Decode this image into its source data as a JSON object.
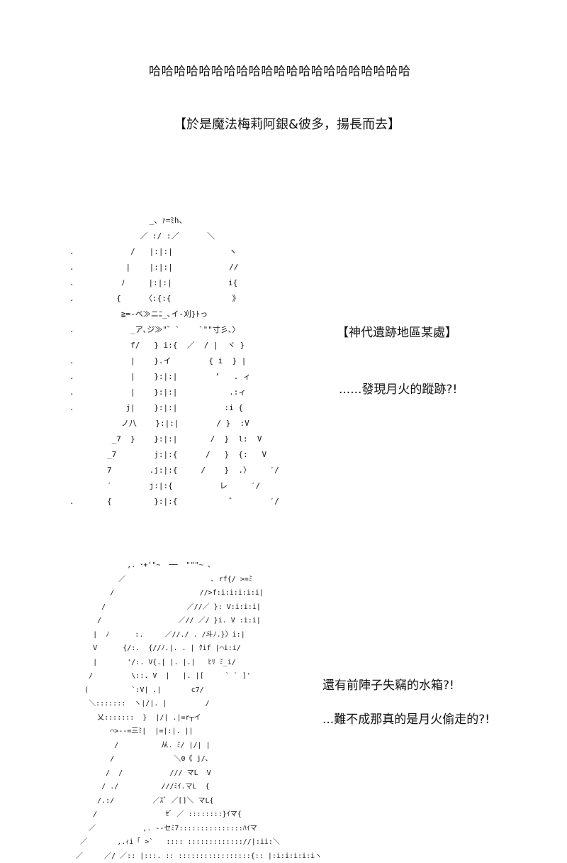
{
  "captions": {
    "laugh": "哈哈哈哈哈哈哈哈哈哈哈哈哈哈哈哈哈哈哈哈哈",
    "exit": "【於是魔法梅莉阿銀&彼多，揚長而去】",
    "place": "【神代遺跡地區某處】",
    "found": "......發現月火的蹤跡?!",
    "box": "還有前陣子失竊的水箱?!",
    "suspicion": "...難不成那真的是月火偷走的?!"
  },
  "ascii_art": {
    "upper_figure": "                 _、ｧ=ﾐh、\n               ／ :/ :／      ＼\n.            /   |:|:|            ヽ\n.           |    |:|:|            //\n.          ﾉ     |:|:|            i{\n.         {     〈:{:{             》\n           ≧=-ベ≫ニﾆ_､イ-刈}ﾄっ\n.            _ア､ジ≫\"゛`    `\"\"寸彡､〉\n             f/   } i:{  ／  / |  ヾ }\n.            |    }.イ        { i  } |\n.            |    }:|:|        ’   . ィ\n.            |    }:|:|           .:ィ\n.           j|    }:|:|          :i {\n           ノ八    }:|:|        / }  :V\n         _7  }    }:|:|       /  }  l:  V\n        _7        j:|:{      /   }  {:   V\n        7        .j:|:{     /    }  .〉    ′/\n        ′        j:|:{          レ     ′/\n.       {         }:|:{           ゛       ′/",
    "lower_figure": "              ,. ･+'\"~  ──  \"\"\"~ 、\n            ／                    ､ rf{/ >=ﾐ\n          /                    //>f:i:i:i:i:i|\n        /                   ／//／ }: V:i:i:i|\n       /                  ／// ／/ }i. V :i:i|\n      |  ﾉ      :.     ／//./ . /斗ﾉ.}〉i:|\n      V      {/:.  {//ﾉ.|. . | ｸif |⌒i:i/\n      |       '/:. V{.| |. |.|   ﾋﾘ ﾐ_i/\n     /         \\::. V  |   |. |[     ` ` ]'\n    (          `:V| .|       c7/\n     ＼:::::::  ヽ|/|. |         /\n       乂:::::::  }  |/| .|=r┬イ\n          ⌒>--=三ﾐ|  |=|:|. ||\n           /          从. ﾐ/ |/| |\n          /              ＼0《 j/､\n         /  /           /// マL  V\n        / ./          ///ﾐｲ.マL  {\n       /.:/         ／ｽﾞ ／[]＼ マL{\n      /                ｾﾞ ／ ::::::::}ｲマ{\n     ／           ,. -‐セﾐ7:::::::::::::::ﾊｲマ\n   ／       ,.ｨi「 >`   :::: ::::::::::::://|:ii:＼\n  ／     ／/ ／:: |:::. :: :::::::::::::::::{:: |:i:i:i:i:iヽ"
  },
  "colors": {
    "ink": "#111111",
    "paper": "#ffffff"
  }
}
